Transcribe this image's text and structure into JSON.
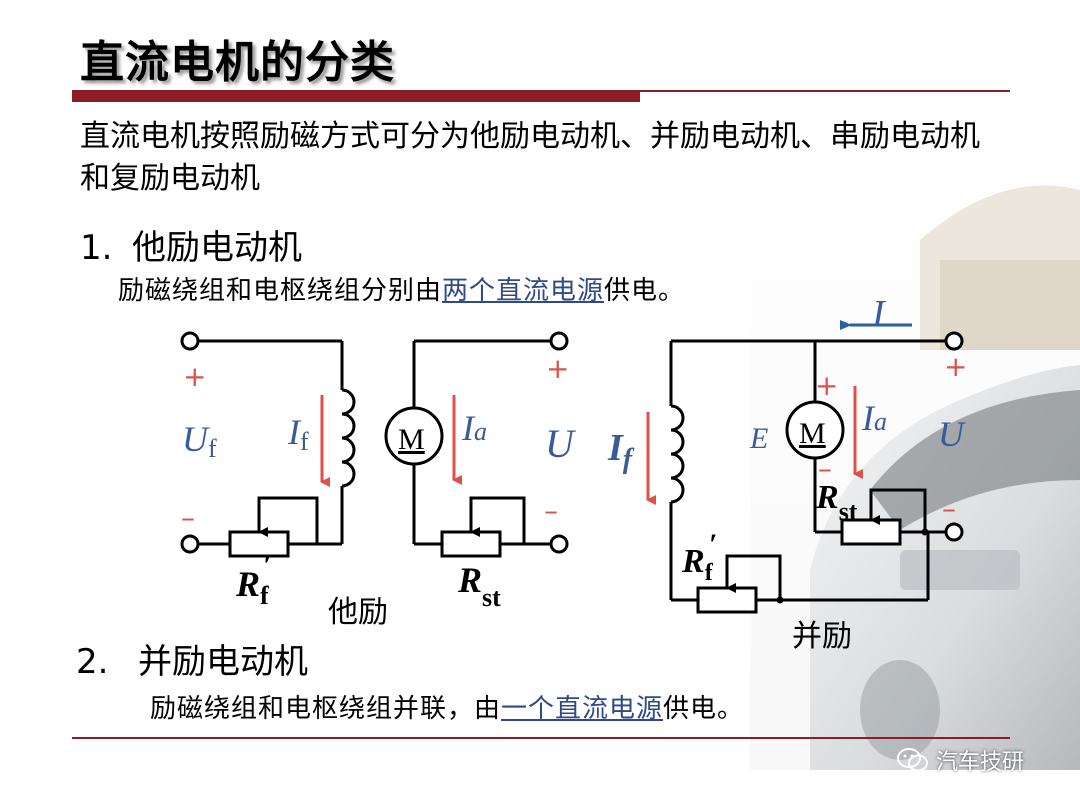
{
  "title": "直流电机的分类",
  "intro": {
    "lead": "直流电机按照励磁方式可分为",
    "types": "他励电动机、并励电动机、串励电动机",
    "conj": "和",
    "last": "复励电动机"
  },
  "section1": {
    "number": "1.",
    "heading": "他励电动机",
    "desc_before": "励磁绕组和电枢绕组分别由",
    "desc_highlight": "两个直流电源",
    "desc_after": "供电。"
  },
  "section2": {
    "number": "2.",
    "heading": "并励电动机",
    "desc_before": "励磁绕组和电枢绕组并联，由",
    "desc_highlight": "一个直流电源",
    "desc_after": "供电。"
  },
  "diagram_left": {
    "caption": "他励",
    "plus_left": "+",
    "minus_left": "–",
    "uf": "U",
    "uf_sub": "f",
    "if": "I",
    "if_sub": "f",
    "motor": "M",
    "ia": "I",
    "ia_sub": "a",
    "u": "U",
    "plus_right": "+",
    "minus_right": "–",
    "rf": "R",
    "rf_sub": "f",
    "rf_prime": "′",
    "rst": "R",
    "rst_sub": "st"
  },
  "diagram_right": {
    "caption": "并励",
    "i": "I",
    "if": "I",
    "if_sub": "f",
    "e": "E",
    "motor": "M",
    "plus_motor": "+",
    "minus_motor": "–",
    "ia": "I",
    "ia_sub": "a",
    "u": "U",
    "plus_right": "+",
    "minus_right": "–",
    "rst": "R",
    "rst_sub": "st",
    "rf": "R",
    "rf_sub": "f",
    "rf_prime": "′"
  },
  "footer": {
    "account": "汽车技研",
    "icon": "wechat-icon"
  },
  "colors": {
    "accent": "#8c1d26",
    "arrow_red": "#e0504a",
    "label_blue": "#3a5a9a",
    "plus_red": "#d9534f"
  }
}
